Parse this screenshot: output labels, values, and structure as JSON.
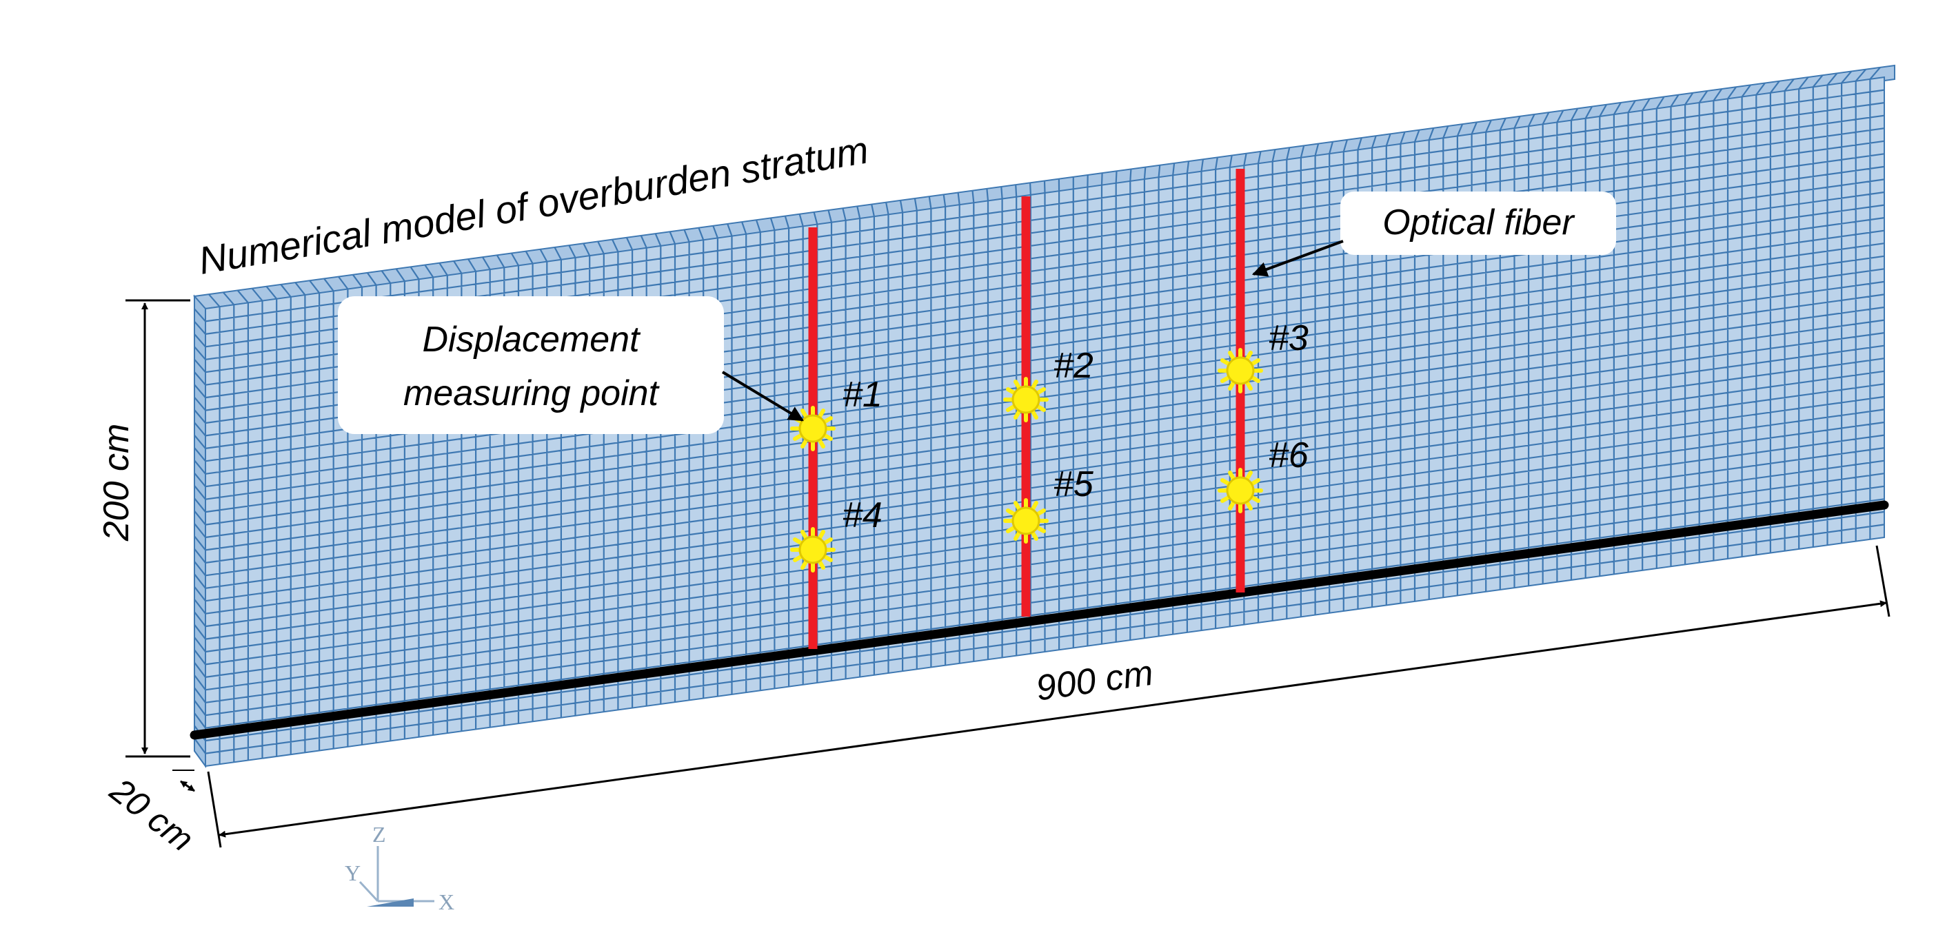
{
  "title": "Numerical model of overburden stratum",
  "annotations": {
    "optical_fiber": "Optical fiber",
    "displacement_line1": "Displacement",
    "displacement_line2": "measuring point"
  },
  "dimensions": {
    "height": "200 cm",
    "length": "900 cm",
    "depth": "20 cm"
  },
  "measuring_points": [
    {
      "label": "#1",
      "fiber": 1,
      "row": "upper"
    },
    {
      "label": "#2",
      "fiber": 2,
      "row": "upper"
    },
    {
      "label": "#3",
      "fiber": 3,
      "row": "upper"
    },
    {
      "label": "#4",
      "fiber": 1,
      "row": "lower"
    },
    {
      "label": "#5",
      "fiber": 2,
      "row": "lower"
    },
    {
      "label": "#6",
      "fiber": 3,
      "row": "lower"
    }
  ],
  "axes": {
    "z": "Z",
    "y": "Y",
    "x": "X"
  },
  "colors": {
    "mesh_fill": "#bcd3ea",
    "mesh_line": "#3e78b2",
    "fiber": "#ee1c25",
    "base_line": "#000000",
    "point_fill": "#ffef14",
    "point_edge": "#e0c800"
  }
}
